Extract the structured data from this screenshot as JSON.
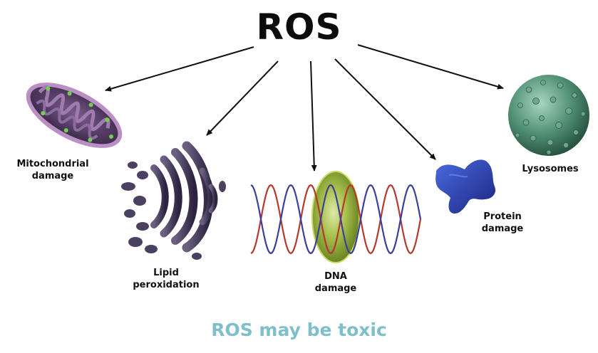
{
  "title": "ROS",
  "caption": "ROS may be toxic",
  "targets": {
    "mitochondria": {
      "line1": "Mitochondrial",
      "line2": "damage"
    },
    "lipid": {
      "line1": "Lipid",
      "line2": "peroxidation"
    },
    "dna": {
      "line1": "DNA",
      "line2": "damage"
    },
    "protein": {
      "line1": "Protein",
      "line2": "damage"
    },
    "lysosomes": {
      "line1": "Lysosomes"
    }
  },
  "colors": {
    "caption": "#7fbfcc",
    "mitochondria": "#5c3f6d",
    "mitochondria_outer": "#b98fc4",
    "golgi": "#3d3450",
    "dna_red": "#b03a2e",
    "dna_blue": "#3b3f9a",
    "dna_capsule": "#8da836",
    "protein": "#2b3ea8",
    "lysosome": "#3f7b63"
  }
}
